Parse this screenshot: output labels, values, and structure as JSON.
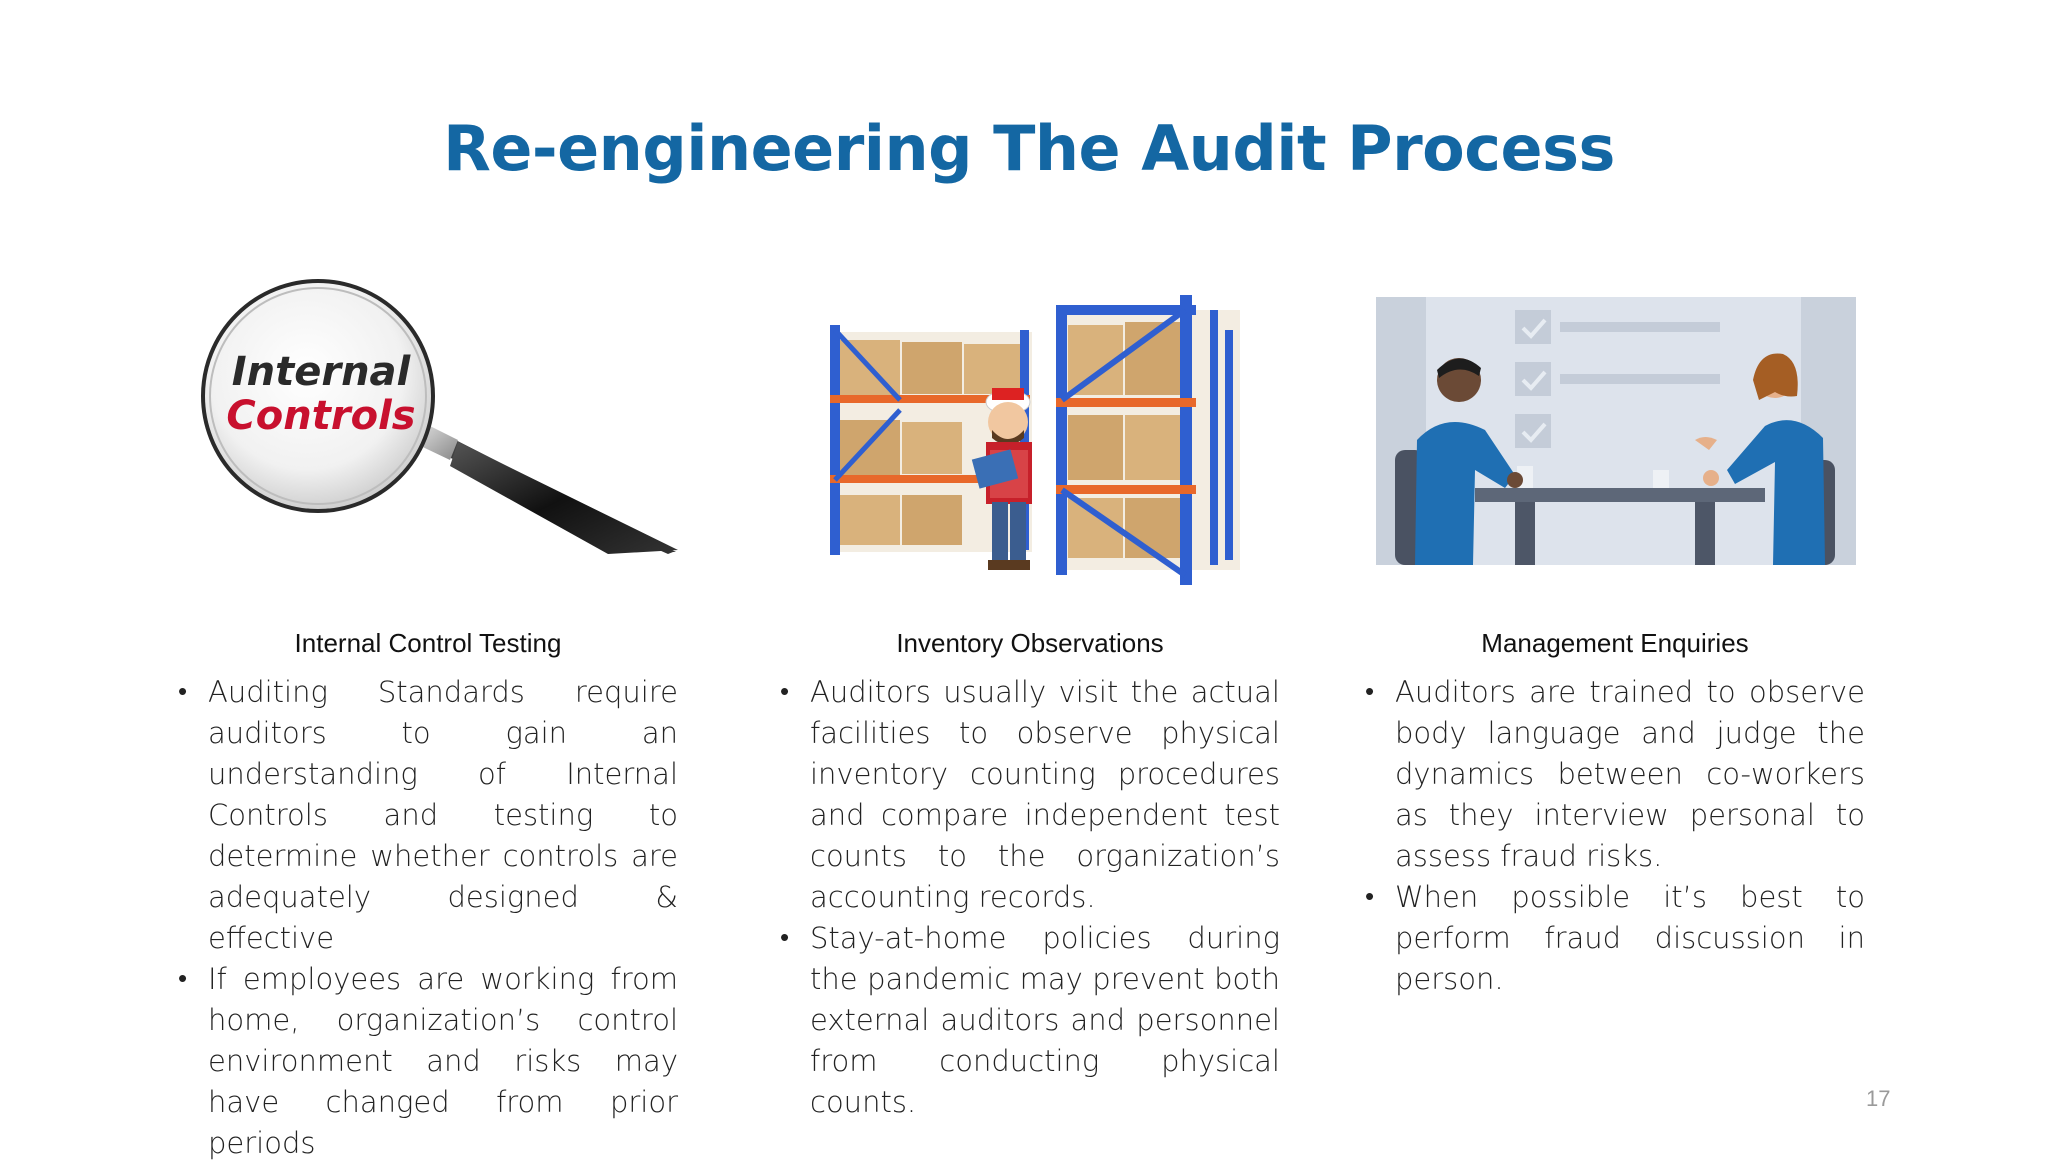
{
  "slide": {
    "title": "Re-engineering The Audit Process",
    "page_number": "17"
  },
  "columns": [
    {
      "heading": "Internal Control Testing",
      "image_text": [
        "Internal",
        "Controls"
      ],
      "bullets": [
        "Auditing Standards require auditors to gain an understanding of Internal Controls and testing to determine whether controls are adequately designed & effective",
        "If employees are working from home, organization’s control environment and risks may have changed from prior periods"
      ]
    },
    {
      "heading": "Inventory Observations",
      "bullets": [
        "Auditors usually visit the actual facilities to observe physical inventory counting procedures and compare independent test counts to the organization’s accounting records.",
        "Stay-at-home policies during the pandemic may prevent both external auditors and personnel from conducting physical counts."
      ]
    },
    {
      "heading": "Management Enquiries",
      "bullets": [
        "Auditors are trained to observe body language and judge the dynamics between co-workers as they interview personal to assess fraud risks.",
        "When possible it’s best to perform fraud discussion in person."
      ]
    }
  ],
  "colors": {
    "title": "#1467a3",
    "controls_text": "#c8102e",
    "rack_blue": "#2f5fd0",
    "rack_orange": "#e8682a",
    "box_tan": "#d9b27c",
    "meeting_bg": "#dde3ec",
    "shirt_blue": "#1f6fb3"
  }
}
